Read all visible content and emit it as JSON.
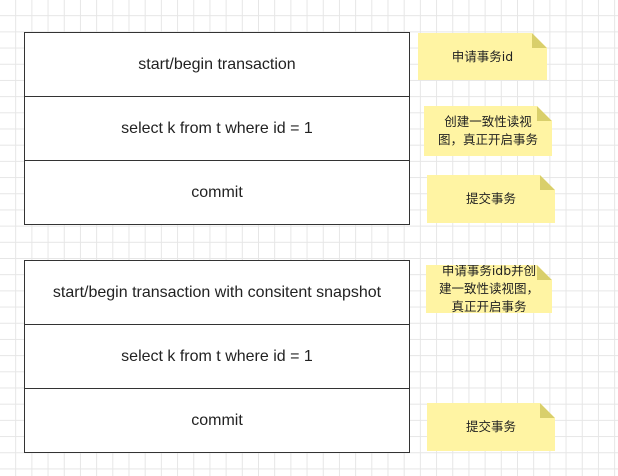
{
  "block1": {
    "rows": [
      "start/begin transaction",
      "select k from t where id = 1",
      "commit"
    ],
    "notes": [
      "申请事务id",
      "创建一致性读视\n图，真正开启事务",
      "提交事务"
    ]
  },
  "block2": {
    "rows": [
      "start/begin transaction with consitent snapshot",
      "select k from t where id = 1",
      "commit"
    ],
    "notes": [
      "申请事务idb并创\n建一致性读视图，\n真正开启事务",
      "提交事务"
    ]
  },
  "colors": {
    "note_bg": "#fff4a3",
    "note_fold": "#d9cf6b",
    "border": "#333333",
    "grid": "#e6e6e6"
  }
}
